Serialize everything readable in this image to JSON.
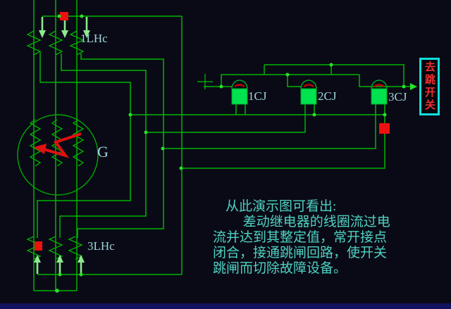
{
  "diagram": {
    "type": "electrical-schematic",
    "subject": "generator differential protection demo",
    "labels": {
      "ct_top": "1LHc",
      "ct_bottom": "3LHc",
      "generator": "G",
      "relay1": "1CJ",
      "relay2": "2CJ",
      "relay3": "3CJ",
      "polarity": "+",
      "trip_box": "去跳开关"
    },
    "paragraph": {
      "lines": [
        "从此演示图可看出:",
        "　　 差动继电器的线圈流过电",
        "流并达到其整定值，常开接点",
        "闭合，接通跳闸回路，使开关",
        "跳闸而切除故障设备。"
      ]
    },
    "colors": {
      "background": "#0a0a16",
      "wire_green": "#00b400",
      "arrow_light_green": "#8de88d",
      "junction_dot": "#2ae02a",
      "coil_fill": "#00e34e",
      "coil_outline": "#00a42a",
      "coil_contact_red": "#c00000",
      "fault_marker_red": "#ee1111",
      "fault_arrow_red": "#e01010",
      "label_cyan": "#9dd4da",
      "paragraph_teal": "#4ed2c2",
      "trip_text_red": "#f03030",
      "trip_border_cyan": "#10dede",
      "taskbar_blue": "#12125e"
    },
    "icons": [
      "current-arrow-down-icon",
      "current-arrow-up-icon",
      "junction-dot",
      "fault-marker",
      "polarity-plus-icon",
      "fault-lightning-arrow-icon",
      "trip-arrow-icon",
      "relay-coil",
      "ct-winding",
      "generator-winding"
    ]
  }
}
